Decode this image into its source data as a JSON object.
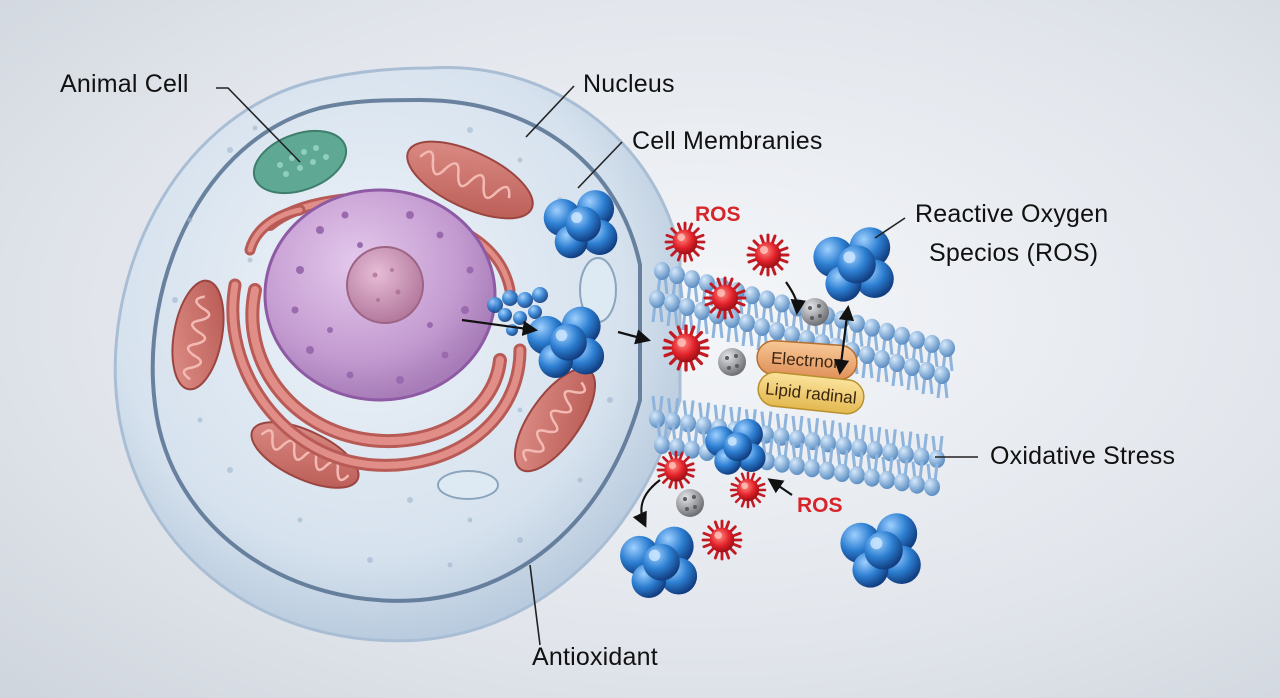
{
  "labels": {
    "animal_cell": "Animal Cell",
    "nucleus": "Nucleus",
    "cell_membranes": "Cell Membranies",
    "reactive_oxygen_line1": "Reactive Oxygen",
    "reactive_oxygen_line2": "Specios (ROS)",
    "oxidative_stress": "Oxidative Stress",
    "antioxidant": "Antioxidant",
    "ros_top": "ROS",
    "ros_bottom": "ROS",
    "electron": "Electrnon",
    "lipid_radical": "Lipid radinal"
  },
  "colors": {
    "background": "#e2e6ec",
    "cell_fill": "#dde7f1",
    "nucleus_fill": "#c9a3d3",
    "mitochondria": "#c86d68",
    "ros": "#e2262b",
    "ros_label": "#d6262b",
    "antioxidant_molecule": "#2f7fd0",
    "membrane": "#7fa9d6",
    "electron_pill": "#f1b07a",
    "lipid_pill": "#f2d37a",
    "gray_particle": "#8f9196"
  },
  "icons": {
    "ros": "spiky-red-sphere",
    "antioxidant": "blue-molecule-cluster",
    "electron_carrier": "gray-sphere"
  }
}
